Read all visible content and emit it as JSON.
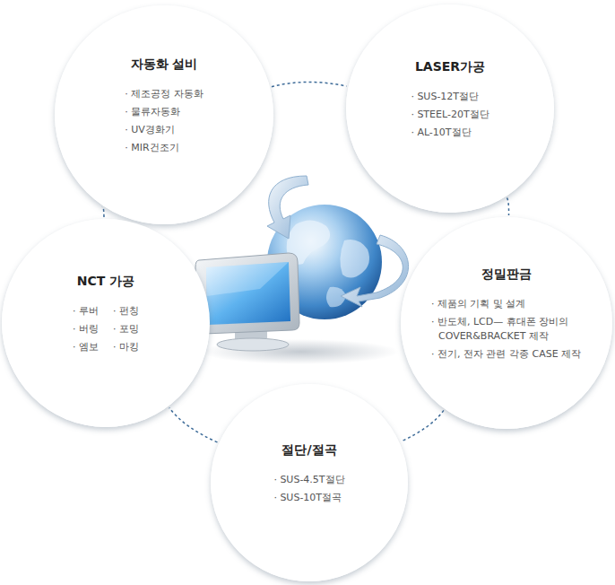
{
  "diagram": {
    "nodes": [
      {
        "text": [
          "자동화 설비",
          "· 제조공정 자동화",
          "· 물류자동화",
          "· UV경화기",
          "· MIR건조기"
        ]
      },
      {
        "text": [
          "LASER가공",
          "· SUS-12T절단",
          "· STEEL-20T절단",
          "· AL-10T절단"
        ]
      },
      {
        "text": [
          "NCT 가공",
          "· 루버",
          "· 펀칭",
          "· 버링",
          "· 포밍",
          "· 엠보",
          "· 마킹"
        ]
      },
      {
        "text": [
          "정밀판금",
          "· 제품의 기획 및 설계",
          "· 반도체, LCD— 휴대폰 장비의 COVER&BRACKET 제작",
          "· 전기, 전자 관련 각종 CASE 제작"
        ]
      },
      {
        "text": [
          "절단/절곡",
          "· SUS-4.5T절단",
          "· SUS-10T절곡"
        ]
      }
    ],
    "edges": [
      {
        "from": 0,
        "to": 1,
        "arrow": "none"
      },
      {
        "from": 1,
        "to": 3,
        "arrow": "none"
      },
      {
        "from": 3,
        "to": 4,
        "arrow": "none"
      },
      {
        "from": 4,
        "to": 2,
        "arrow": "none"
      },
      {
        "from": 2,
        "to": 0,
        "arrow": "none"
      }
    ]
  }
}
